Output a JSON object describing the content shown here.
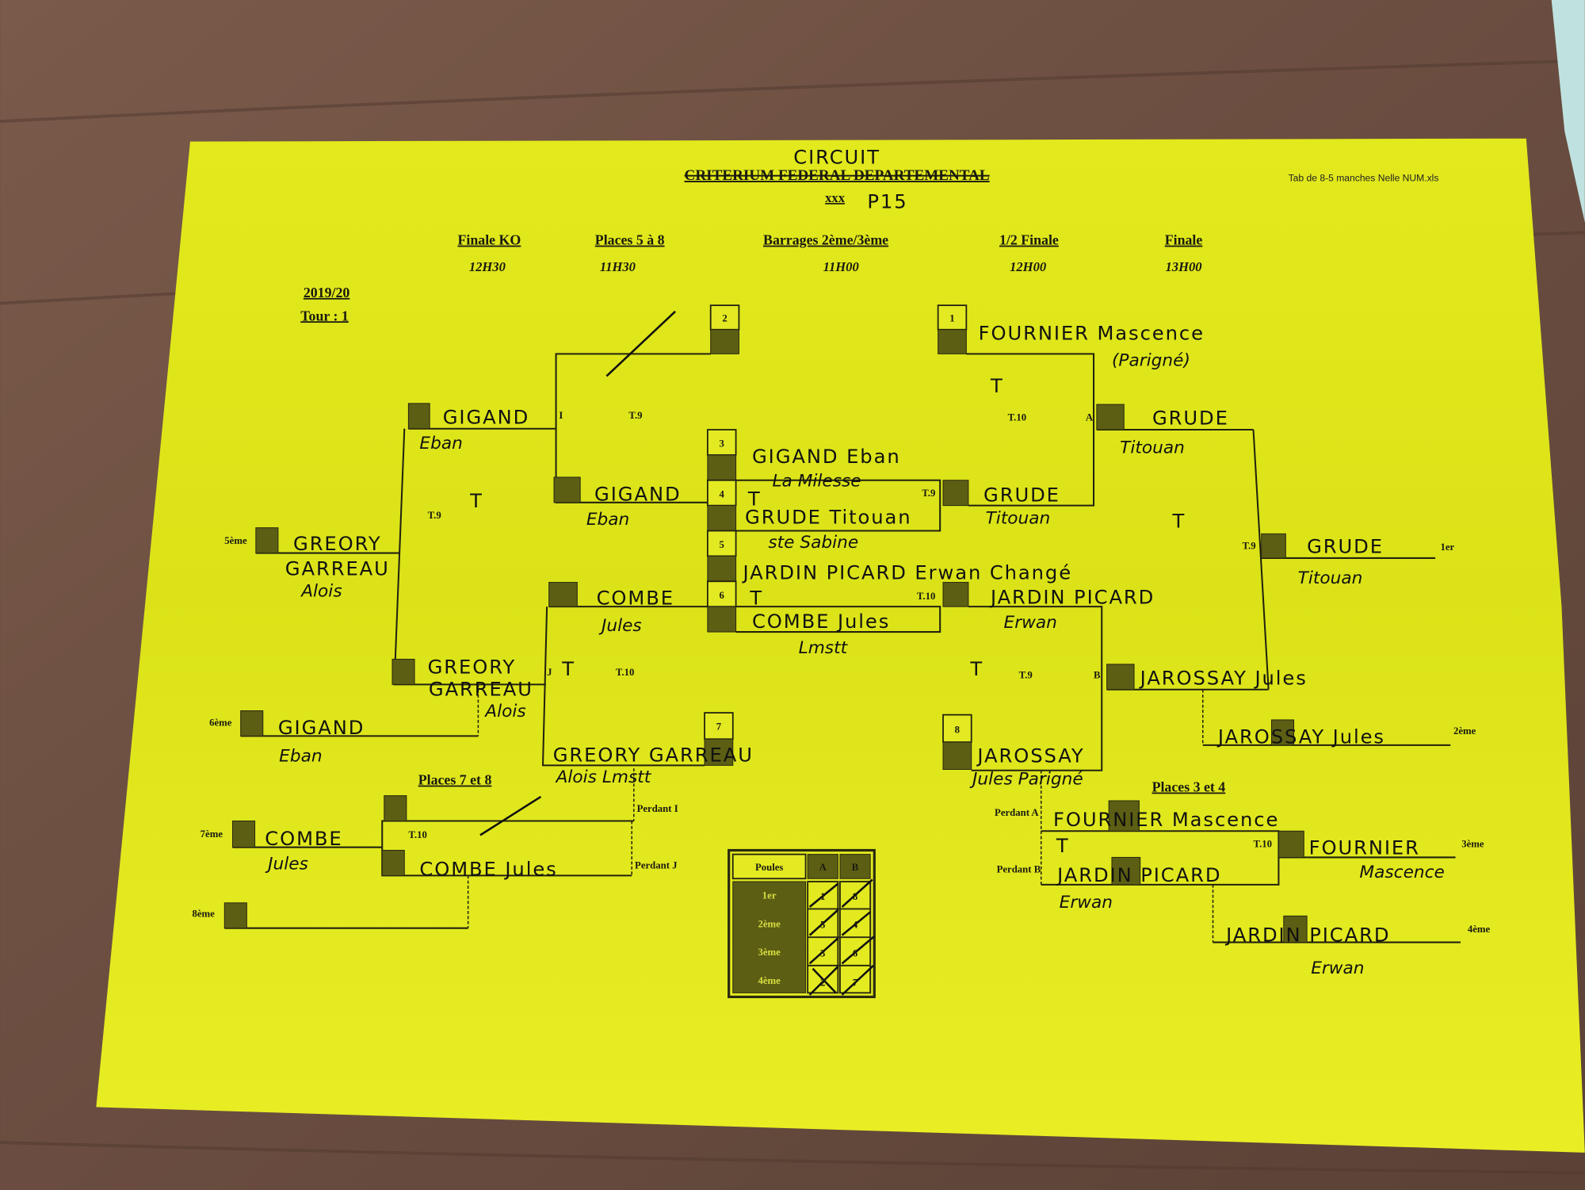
{
  "header": {
    "handwritten_title": "CIRCUIT",
    "printed_title": "CRITERIUM FEDERAL DEPARTEMENTAL",
    "category_printed": "xxx",
    "category_handwritten": "P15",
    "file_name": "Tab de 8-5 manches Nelle NUM.xls",
    "season": "2019/20",
    "round": "Tour :  1"
  },
  "columns": [
    {
      "label": "Finale KO",
      "time": "12H30"
    },
    {
      "label": "Places 5 à 8",
      "time": "11H30"
    },
    {
      "label": "Barrages 2ème/3ème",
      "time": "11H00"
    },
    {
      "label": "1/2 Finale",
      "time": "12H00"
    },
    {
      "label": "Finale",
      "time": "13H00"
    }
  ],
  "seeds": [
    "1",
    "2",
    "3",
    "4",
    "5",
    "6",
    "7",
    "8"
  ],
  "match_labels": {
    "I": "I",
    "J": "J",
    "A": "A",
    "B": "B",
    "t9": "T.9",
    "t10": "T.10"
  },
  "section_labels": {
    "places_7_8": "Places 7 et 8",
    "places_3_4": "Places 3 et 4",
    "loser_I": "Perdant I",
    "loser_J": "Perdant J",
    "loser_A": "Perdant A",
    "loser_B": "Perdant B"
  },
  "placings": {
    "p1": "1er",
    "p2": "2ème",
    "p3": "3ème",
    "p4": "4ème",
    "p5": "5ème",
    "p6": "6ème",
    "p7": "7ème",
    "p8": "8ème"
  },
  "mark": "T",
  "entries": {
    "seed1": {
      "name": "FOURNIER Mascence",
      "club": "(Parigné)"
    },
    "seed3": {
      "name": "GIGAND Eban",
      "club": "La Milesse"
    },
    "seed4": {
      "name": "GRUDE Titouan",
      "club": "ste Sabine"
    },
    "seed5": {
      "name": "JARDIN PICARD Erwan Changé"
    },
    "seed6": {
      "name": "COMBE Jules",
      "club": "Lmstt"
    },
    "seed7": {
      "name": "GREORY GARREAU",
      "club": "Alois Lmstt"
    },
    "seed8": {
      "name": "JAROSSAY",
      "club": "Jules Parigné"
    },
    "w34": {
      "last": "GRUDE",
      "first": "Titouan"
    },
    "w56": {
      "last": "JARDIN PICARD",
      "first": "Erwan"
    },
    "wA": {
      "last": "GRUDE",
      "first": "Titouan"
    },
    "wB": {
      "full": "JAROSSAY Jules"
    },
    "first": {
      "last": "GRUDE",
      "first": "Titouan"
    },
    "second": {
      "full": "JAROSSAY Jules"
    },
    "wI": {
      "last": "GIGAND",
      "first": "Eban"
    },
    "ko_top": {
      "last": "GIGAND",
      "first": "Eban"
    },
    "ko_bottom": {
      "last": "GREORY",
      "mid": "GARREAU",
      "first": "Alois"
    },
    "wJ": {
      "last": "COMBE",
      "first": "Jules"
    },
    "fifth": {
      "last": "GREORY",
      "mid": "GARREAU",
      "first": "Alois"
    },
    "sixth": {
      "last": "GIGAND",
      "first": "Eban"
    },
    "p78_bottom": {
      "full": "COMBE Jules"
    },
    "seventh": {
      "last": "COMBE",
      "first": "Jules"
    },
    "p34_top": {
      "full": "FOURNIER Mascence"
    },
    "p34_bottom": {
      "last": "JARDIN PICARD",
      "first": "Erwan"
    },
    "third": {
      "last": "FOURNIER",
      "first": "Mascence"
    },
    "fourth": {
      "last": "JARDIN PICARD",
      "first": "Erwan"
    }
  },
  "poules": {
    "header": "Poules",
    "col_a": "A",
    "col_b": "B",
    "rows": [
      {
        "rank": "1er",
        "a": "1",
        "b": "8"
      },
      {
        "rank": "2ème",
        "a": "5",
        "b": "4"
      },
      {
        "rank": "3ème",
        "a": "3",
        "b": "6"
      },
      {
        "rank": "4ème",
        "a": "2",
        "b": "7"
      }
    ]
  },
  "colors": {
    "paper": "#e4ea1e",
    "dark_cell": "#5c5e14",
    "table": "#2a2a10"
  }
}
